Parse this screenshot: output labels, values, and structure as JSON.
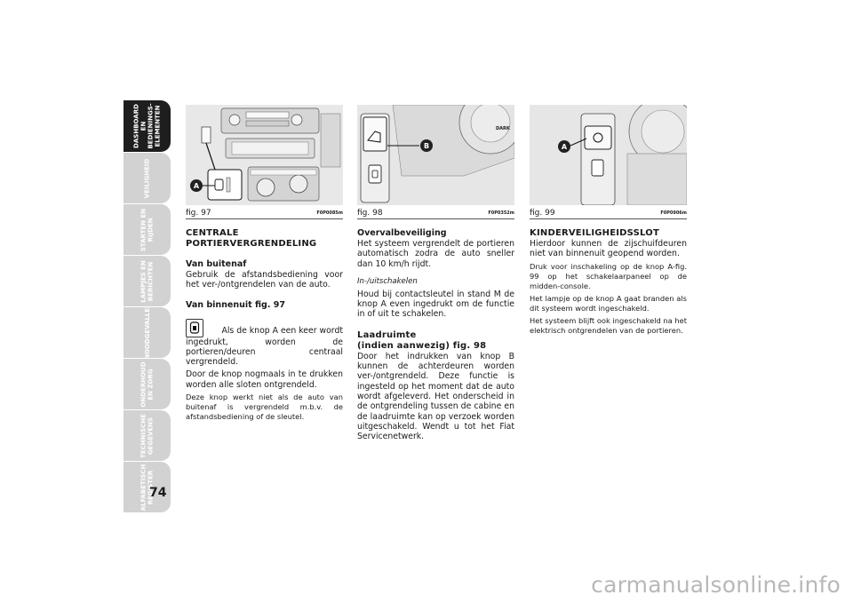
{
  "tabs": [
    {
      "label": "DASHBOARD EN\nBEDIENINGS-\nELEMENTEN",
      "active": true
    },
    {
      "label": "VEILIGHEID"
    },
    {
      "label": "STARTEN EN\nRIJDEN"
    },
    {
      "label": "LAMPJES EN\nBERICHTEN"
    },
    {
      "label": "NOODGEVALLEN"
    },
    {
      "label": "ONDERHOUD\nEN ZORG"
    },
    {
      "label": "TECHNISCHE\nGEGEVENS"
    },
    {
      "label": "ALFABETISCH\nREGISTER"
    }
  ],
  "page_number": "74",
  "figures": {
    "fig97": {
      "label": "fig. 97",
      "code": "F0P0085m",
      "callout": "A"
    },
    "fig98": {
      "label": "fig. 98",
      "code": "F0P0352m",
      "callout": "B",
      "dial_text": "DARK"
    },
    "fig99": {
      "label": "fig. 99",
      "code": "F0P0906m",
      "callout": "A"
    }
  },
  "col1": {
    "title_line1": "CENTRALE",
    "title_line2": "PORTIERVERGRENDELING",
    "sub1": "Van buitenaf",
    "p1": "Gebruik de afstandsbediening voor het ver-/ontgrendelen van de auto.",
    "sub2": "Van binnenuit fig. 97",
    "p2_lead": "Als de knop A een keer wordt",
    "p2_rest": "ingedrukt, worden de portieren/deuren centraal vergrendeld.",
    "p3": "Door de knop nogmaals in te drukken worden alle sloten ontgrendeld.",
    "p4": "Deze knop werkt niet als de auto van buitenaf is vergrendeld m.b.v. de afstandsbediening of de sleutel."
  },
  "col2": {
    "sub1": "Overvalbeveiliging",
    "p1": "Het systeem vergrendelt de portieren automatisch zodra de auto sneller dan 10 km/h rijdt.",
    "italic1": "In-/uitschakelen",
    "p2": "Houd bij contactsleutel in stand M de knop A even ingedrukt om de functie in of uit te schakelen.",
    "title2_line1": "Laadruimte",
    "title2_line2": "(indien aanwezig) fig. 98",
    "p3": "Door het indrukken van knop B kunnen de achterdeuren worden ver-/ontgrendeld.  Deze functie is ingesteld op het moment dat de auto wordt afgeleverd. Het onderscheid in de ontgrendeling tussen de cabine en de laadruimte kan op verzoek worden uitgeschakeld. Wendt u tot het Fiat Servicenetwerk."
  },
  "col3": {
    "title": "KINDERVEILIGHEIDSSLOT",
    "p1": "Hierdoor kunnen de zijschuifdeuren niet van binnenuit geopend worden.",
    "p2": "Druk voor inschakeling op de knop A-fig. 99 op het schakelaarpaneel op de midden-console.",
    "p3": "Het lampje op de knop A gaat branden als dit systeem wordt ingeschakeld.",
    "p4": "Het systeem blijft ook ingeschakeld na het elektrisch ontgrendelen van de portieren."
  },
  "watermark": "carmanualsonline.info"
}
